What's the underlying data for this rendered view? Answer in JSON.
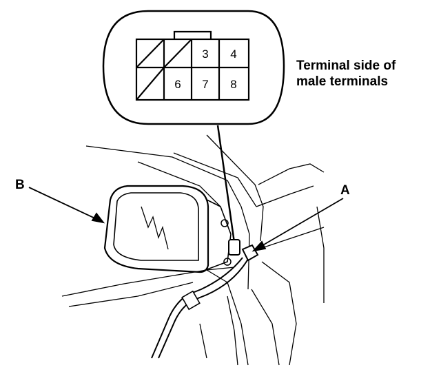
{
  "connector": {
    "pins": [
      {
        "id": "1",
        "status": "empty"
      },
      {
        "id": "2",
        "status": "empty"
      },
      {
        "id": "3",
        "label": "3"
      },
      {
        "id": "4",
        "label": "4"
      },
      {
        "id": "5",
        "status": "empty"
      },
      {
        "id": "6",
        "label": "6"
      },
      {
        "id": "7",
        "label": "7"
      },
      {
        "id": "8",
        "label": "8"
      }
    ]
  },
  "caption": {
    "line1": "Terminal side of",
    "line2": "male terminals"
  },
  "callouts": {
    "a": "A",
    "b": "B"
  },
  "colors": {
    "ink": "#000000",
    "background": "#ffffff"
  }
}
